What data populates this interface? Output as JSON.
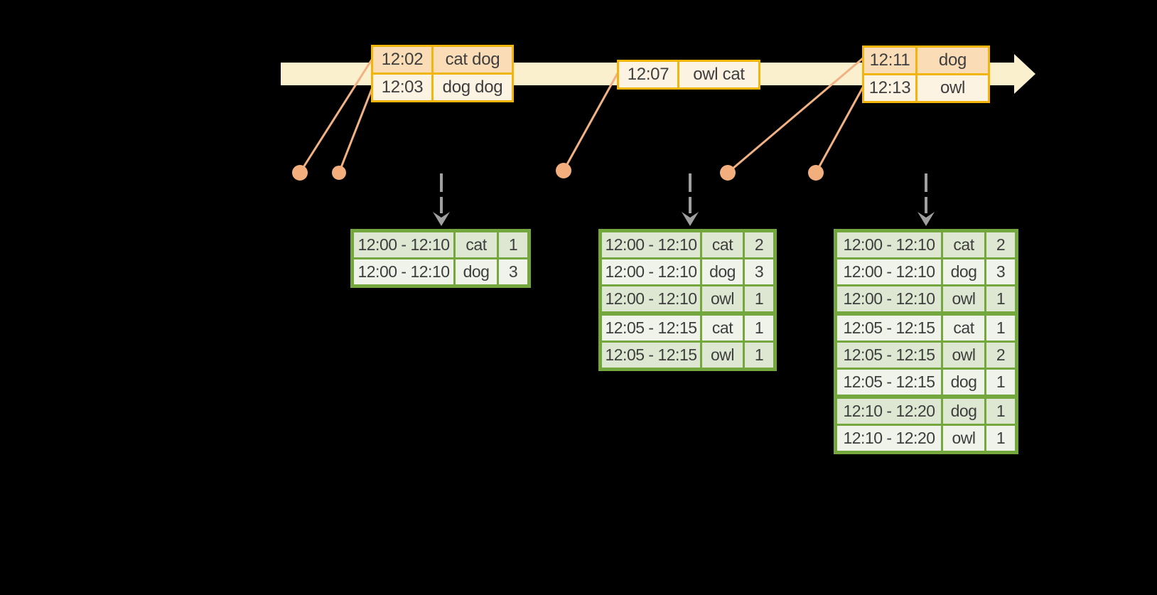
{
  "colors": {
    "background": "#000000",
    "timeline_bar": "#FAF0CE",
    "event_border": "#F2B50C",
    "event_row_dark": "#FADDB6",
    "event_row_light": "#FCF3E3",
    "dot": "#F2AE7C",
    "leader_line": "#F2B183",
    "dashed_arrow": "#A0A0A0",
    "result_border": "#74A83E",
    "result_row_dark": "#DEE7D2",
    "result_row_light": "#EFF3EA",
    "text": "#3E3E3E"
  },
  "timeline": {
    "event_tables": [
      {
        "rows": [
          {
            "time": "12:02",
            "words": "cat dog",
            "tone": "dark"
          },
          {
            "time": "12:03",
            "words": "dog dog",
            "tone": "light"
          }
        ]
      },
      {
        "rows": [
          {
            "time": "12:07",
            "words": "owl cat",
            "tone": "light"
          }
        ]
      },
      {
        "rows": [
          {
            "time": "12:11",
            "words": "dog",
            "tone": "dark"
          },
          {
            "time": "12:13",
            "words": "owl",
            "tone": "light"
          }
        ]
      }
    ]
  },
  "result_tables": [
    {
      "rows": [
        {
          "window": "12:00 - 12:10",
          "word": "cat",
          "count": "1"
        },
        {
          "window": "12:00 - 12:10",
          "word": "dog",
          "count": "3"
        }
      ],
      "separators_after": []
    },
    {
      "rows": [
        {
          "window": "12:00 - 12:10",
          "word": "cat",
          "count": "2"
        },
        {
          "window": "12:00 - 12:10",
          "word": "dog",
          "count": "3"
        },
        {
          "window": "12:00 - 12:10",
          "word": "owl",
          "count": "1"
        },
        {
          "window": "12:05 - 12:15",
          "word": "cat",
          "count": "1"
        },
        {
          "window": "12:05 - 12:15",
          "word": "owl",
          "count": "1"
        }
      ],
      "separators_after": [
        2
      ]
    },
    {
      "rows": [
        {
          "window": "12:00 - 12:10",
          "word": "cat",
          "count": "2"
        },
        {
          "window": "12:00 - 12:10",
          "word": "dog",
          "count": "3"
        },
        {
          "window": "12:00 - 12:10",
          "word": "owl",
          "count": "1"
        },
        {
          "window": "12:05 - 12:15",
          "word": "cat",
          "count": "1"
        },
        {
          "window": "12:05 - 12:15",
          "word": "owl",
          "count": "2"
        },
        {
          "window": "12:05 - 12:15",
          "word": "dog",
          "count": "1"
        },
        {
          "window": "12:10 - 12:20",
          "word": "dog",
          "count": "1"
        },
        {
          "window": "12:10 - 12:20",
          "word": "owl",
          "count": "1"
        }
      ],
      "separators_after": [
        2,
        5
      ]
    }
  ]
}
